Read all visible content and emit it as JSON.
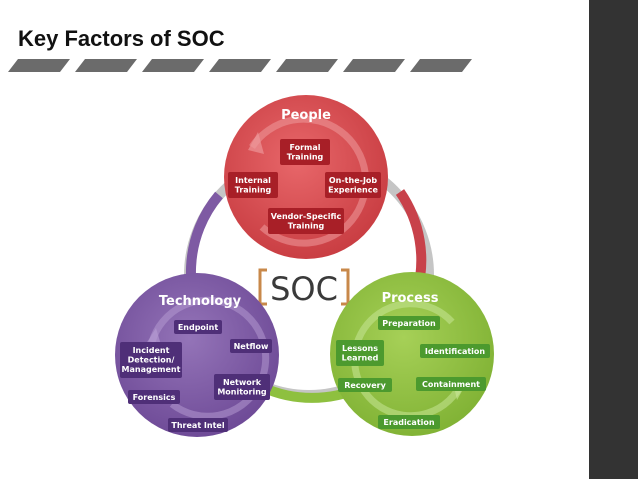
{
  "slide": {
    "title": "Key Factors of SOC"
  },
  "diagram": {
    "center_label": "SOC",
    "people": {
      "title": "People",
      "items": [
        "Formal\nTraining",
        "Internal\nTraining",
        "On-the-Job\nExperience",
        "Vendor-Specific\nTraining"
      ]
    },
    "technology": {
      "title": "Technology",
      "items": [
        "Endpoint",
        "Incident\nDetection/\nManagement",
        "Netflow",
        "Network\nMonitoring",
        "Forensics",
        "Threat Intel"
      ]
    },
    "process": {
      "title": "Process",
      "items": [
        "Preparation",
        "Lessons\nLearned",
        "Identification",
        "Recovery",
        "Containment",
        "Eradication"
      ]
    }
  },
  "colors": {
    "people_circle": "#d9464a",
    "people_box": "#a81f27",
    "technology_circle": "#7e5aa3",
    "technology_box": "#4f2f78",
    "process_circle": "#8ec03f",
    "process_box": "#4c9a2e",
    "soc_bracket": "#c8884a",
    "sidebar": "#333333",
    "stripe": "#6b6b6b"
  }
}
